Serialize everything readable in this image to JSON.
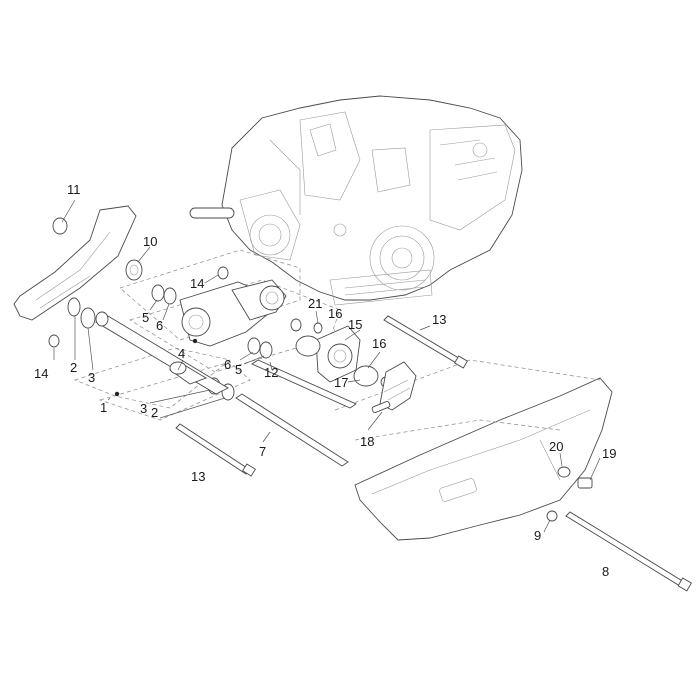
{
  "diagram": {
    "callouts": [
      "11",
      "10",
      "14",
      "5",
      "6",
      "21",
      "16",
      "15",
      "13",
      "2",
      "3",
      "4",
      "14",
      "1",
      "3",
      "2",
      "6",
      "5",
      "12",
      "16",
      "17",
      "18",
      "7",
      "13",
      "20",
      "19",
      "9",
      "8"
    ]
  },
  "colors": {
    "line": "#4a4a4a",
    "faint": "#9a9a9a",
    "text": "#1a1a1a"
  }
}
